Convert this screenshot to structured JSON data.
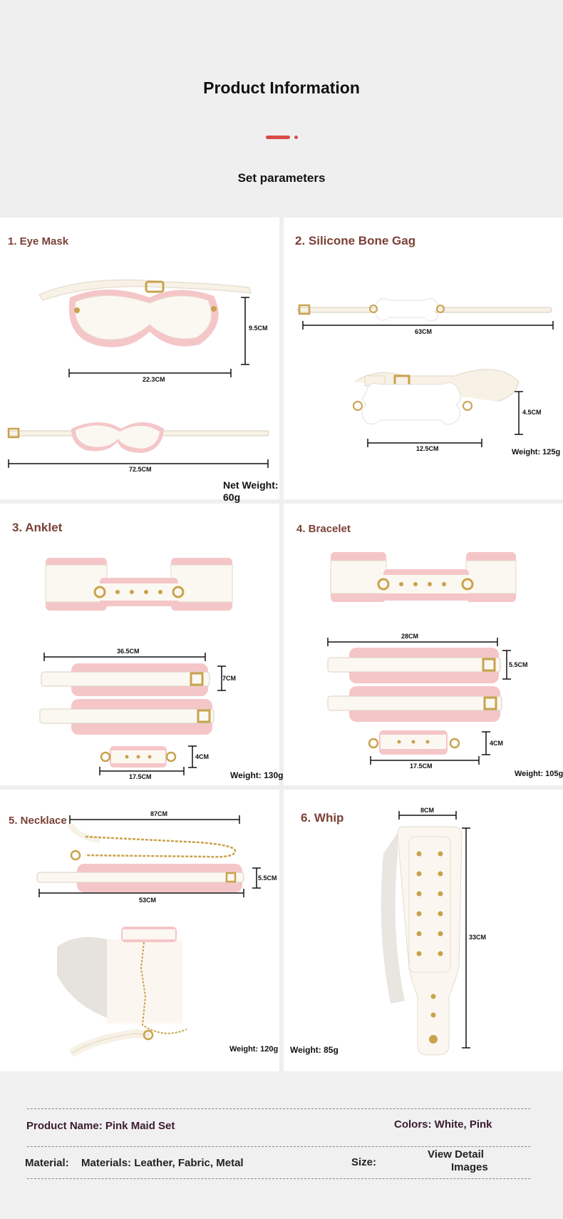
{
  "header": {
    "title": "Product Information",
    "subtitle": "Set parameters",
    "accent_color": "#d84a47"
  },
  "panels": {
    "eye_mask": {
      "title": "1. Eye Mask",
      "dim_height": "9.5CM",
      "dim_width": "22.3CM",
      "dim_total": "72.5CM",
      "weight_line1": "Net Weight:",
      "weight_line2": "60g"
    },
    "bone_gag": {
      "title": "2. Silicone Bone Gag",
      "dim_total": "63CM",
      "dim_height": "4.5CM",
      "dim_width": "12.5CM",
      "weight": "Weight: 125g"
    },
    "anklet": {
      "title": "3. Anklet",
      "dim_cuff_length": "36.5CM",
      "dim_cuff_height": "7CM",
      "dim_link_height": "4CM",
      "dim_link_length": "17.5CM",
      "weight": "Weight: 130g"
    },
    "bracelet": {
      "title": "4. Bracelet",
      "dim_cuff_length": "28CM",
      "dim_cuff_height": "5.5CM",
      "dim_link_height": "4CM",
      "dim_link_length": "17.5CM",
      "weight": "Weight: 105g"
    },
    "necklace": {
      "title": "5. Necklace",
      "dim_leash": "87CM",
      "dim_height": "5.5CM",
      "dim_collar": "53CM",
      "weight": "Weight: 120g"
    },
    "whip": {
      "title": "6. Whip",
      "dim_width": "8CM",
      "dim_length": "33CM",
      "weight": "Weight: 85g"
    }
  },
  "footer": {
    "product_name": "Product Name: Pink Maid Set",
    "colors": "Colors: White, Pink",
    "material_label": "Material:",
    "materials": "Materials: Leather, Fabric, Metal",
    "size_label": "Size:",
    "size_value_line1": "View Detail",
    "size_value_line2": "Images"
  },
  "colors": {
    "leather": "#f7f1e6",
    "ruffle": "#f5c6c8",
    "gold": "#c9a24c",
    "title_brown": "#7a4136"
  }
}
